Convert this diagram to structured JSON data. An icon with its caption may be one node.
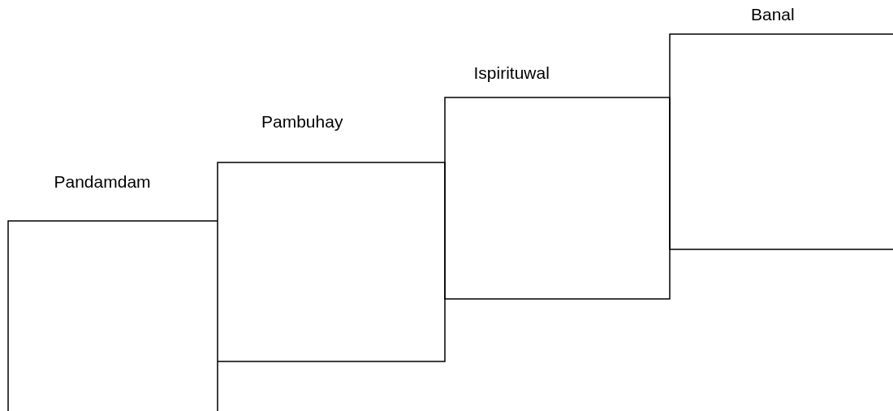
{
  "diagram": {
    "nodes": [
      {
        "text": [
          "Pandamdam"
        ]
      },
      {
        "text": [
          "Pambuhay"
        ]
      },
      {
        "text": [
          "Ispirituwal"
        ]
      },
      {
        "text": [
          "Banal"
        ]
      }
    ]
  }
}
